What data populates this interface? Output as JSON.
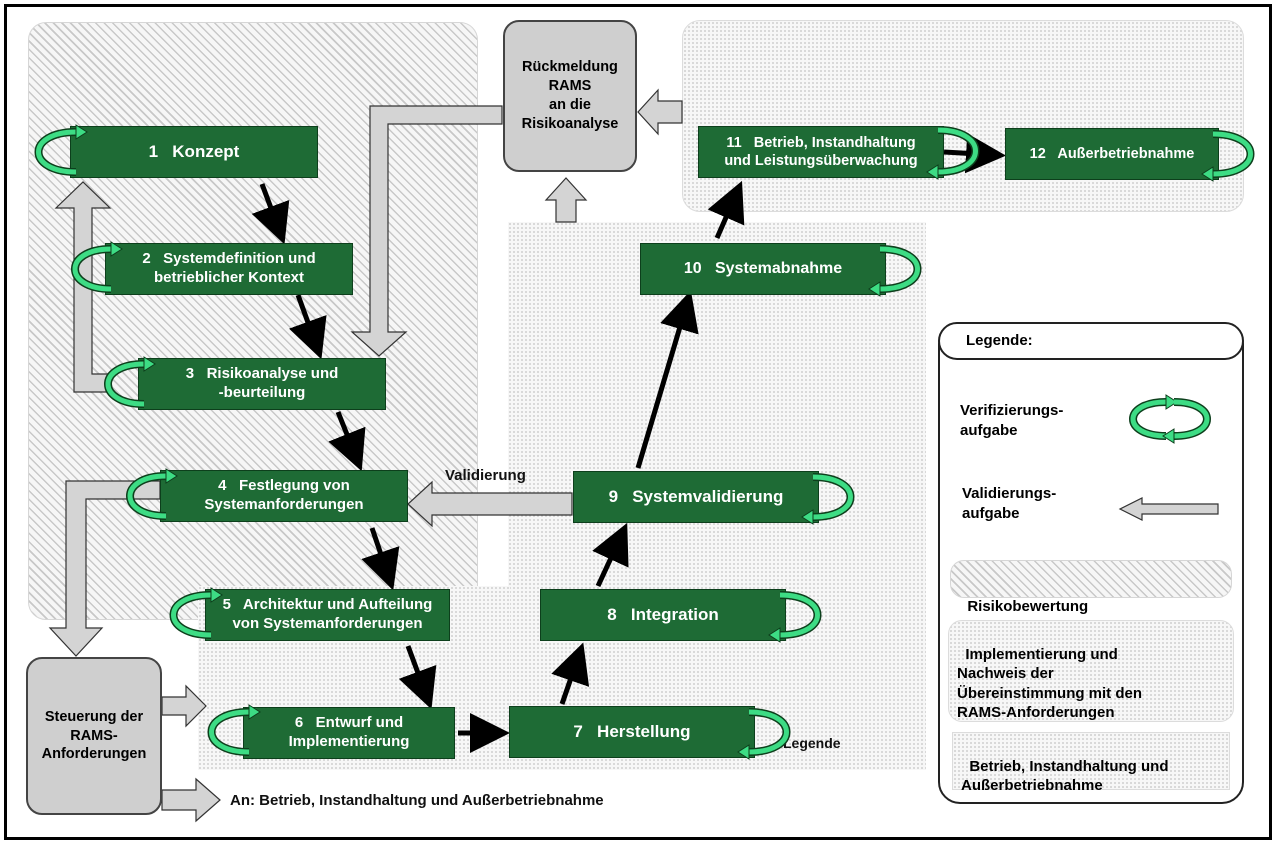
{
  "phases": {
    "p1": "1   Konzept",
    "p2": "2   Systemdefinition und\nbetrieblicher Kontext",
    "p3": "3   Risikoanalyse und\n-beurteilung",
    "p4": "4   Festlegung von\nSystemanforderungen",
    "p5": "5   Architektur und Aufteilung\nvon Systemanforderungen",
    "p6": "6   Entwurf und\nImplementierung",
    "p7": "7   Herstellung",
    "p8": "8   Integration",
    "p9": "9   Systemvalidierung",
    "p10": "10   Systemabnahme",
    "p11": "11   Betrieb, Instandhaltung\nund Leistungsüberwachung",
    "p12": "12   Außerbetriebnahme"
  },
  "feedback": "Rückmeldung\nRAMS\nan die\nRisikoanalyse",
  "control": "Steuerung der\nRAMS-\nAnforderungen",
  "validation_label": "Validierung",
  "output_label": "An: Betrieb, Instandhaltung und Außerbetriebnahme",
  "stray_label": "Legende",
  "legend": {
    "title": "Legende:",
    "verification": "Verifizierungs-\naufgabe",
    "validation": "Validierungs-\naufgabe",
    "risk": "Risikobewertung",
    "implementation": "Implementierung und\nNachweis der\nÜbereinstimmung mit den\nRAMS-Anforderungen",
    "operation": "Betrieb, Instandhaltung und\nAußerbetriebnahme"
  },
  "colors": {
    "phase_box": "#1e6b35",
    "verification_loop": "#3ddc84",
    "validation_arrow": "#d4d4d4"
  }
}
